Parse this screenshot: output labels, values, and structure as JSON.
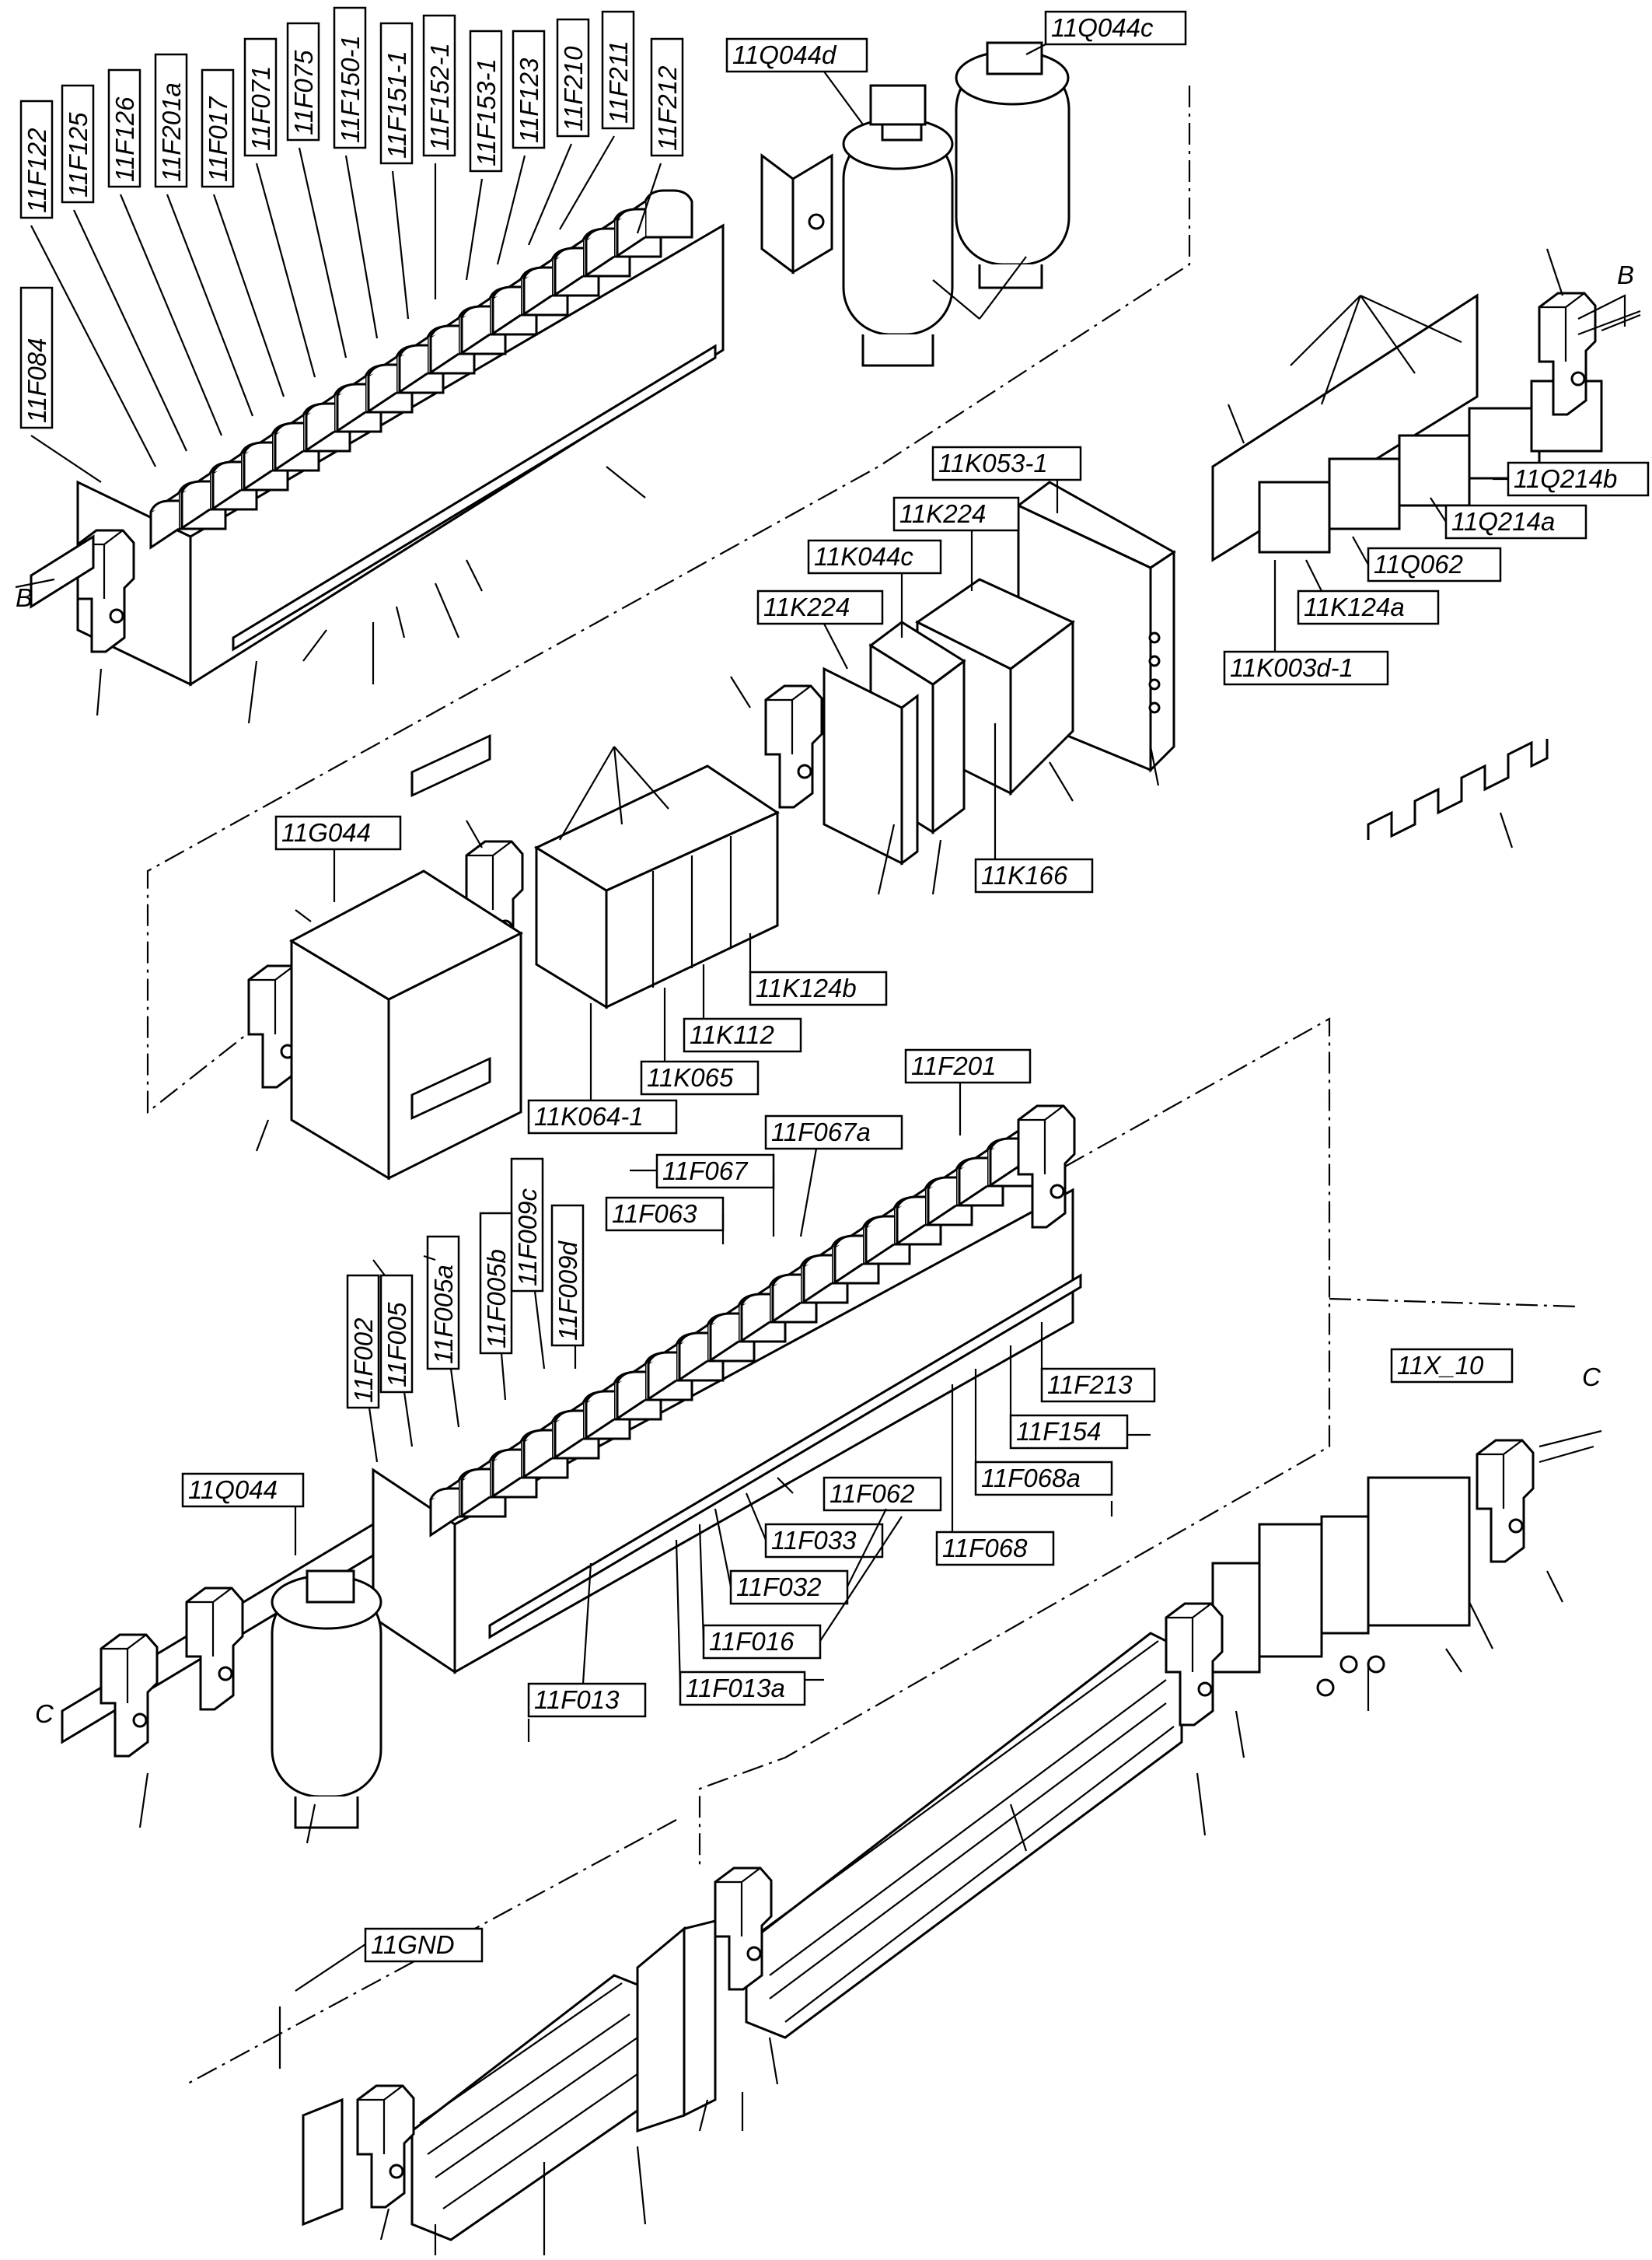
{
  "labels": {
    "F122": "11F122",
    "F125": "11F125",
    "F126": "11F126",
    "F201a": "11F201a",
    "F017": "11F017",
    "F071": "11F071",
    "F075": "11F075",
    "F150_1": "11F150-1",
    "F151_1": "11F151-1",
    "F152_1": "11F152-1",
    "F153_1": "11F153-1",
    "F123": "11F123",
    "F210": "11F210",
    "F211": "11F211",
    "F212": "11F212",
    "F084": "11F084",
    "Q044d": "11Q044d",
    "Q044c": "11Q044c",
    "K053_1": "11K053-1",
    "K224a": "11K224",
    "K044c": "11K044c",
    "K224b": "11K224",
    "K166": "11K166",
    "Q214b": "11Q214b",
    "Q214a": "11Q214a",
    "Q062": "11Q062",
    "K124a": "11K124a",
    "K003d_1": "11K003d-1",
    "G044": "11G044",
    "K124b": "11K124b",
    "K112": "11K112",
    "K065": "11K065",
    "K064_1": "11K064-1",
    "F201": "11F201",
    "F067a": "11F067a",
    "F067": "11F067",
    "F063": "11F063",
    "F009c": "11F009c",
    "F009d": "11F009d",
    "F005a": "11F005a",
    "F005b": "11F005b",
    "F002": "11F002",
    "F005": "11F005",
    "F213": "11F213",
    "F154": "11F154",
    "F068a": "11F068a",
    "F068": "11F068",
    "F062": "11F062",
    "F033": "11F033",
    "F032": "11F032",
    "F016": "11F016",
    "F013": "11F013",
    "F013a": "11F013a",
    "Q044": "11Q044",
    "X_10": "11X_10",
    "GND": "11GND"
  },
  "markers": {
    "B_left": "B",
    "B_right": "B",
    "C_left": "C",
    "C_right": "C"
  }
}
